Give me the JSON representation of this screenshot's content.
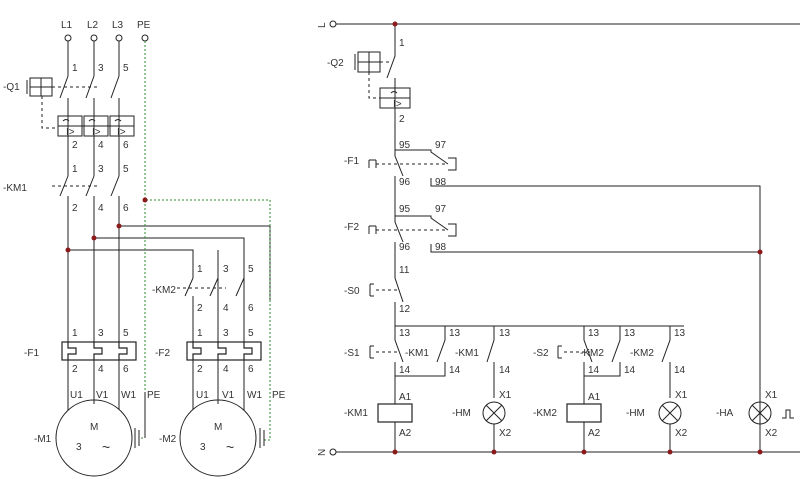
{
  "supply": {
    "l1": "L1",
    "l2": "L2",
    "l3": "L3",
    "pe": "PE",
    "line": "L",
    "neutral": "N"
  },
  "power": {
    "q1": "-Q1",
    "q1_terminals": [
      "1",
      "3",
      "5",
      "2",
      "4",
      "6"
    ],
    "trip_marks": [
      "I>",
      "I>",
      "I>"
    ],
    "km1": "-KM1",
    "km1_terminals": [
      "1",
      "3",
      "5",
      "2",
      "4",
      "6"
    ],
    "km2": "-KM2",
    "km2_terminals": [
      "1",
      "3",
      "5",
      "2",
      "4",
      "6"
    ],
    "f1": "-F1",
    "f1_terminals": [
      "1",
      "3",
      "5",
      "2",
      "4",
      "6"
    ],
    "f2": "-F2",
    "f2_terminals": [
      "1",
      "3",
      "5",
      "2",
      "4",
      "6"
    ],
    "m1": "-M1",
    "m2": "-M2",
    "motor_terms": [
      "U1",
      "V1",
      "W1",
      "PE"
    ],
    "motor_letter": "M",
    "motor_phase": "3",
    "motor_ac": "~"
  },
  "control": {
    "q2": "-Q2",
    "q2_top": "1",
    "q2_bottom": "2",
    "q2_trip": "I>",
    "f1": "-F1",
    "f1_terms": [
      "95",
      "97",
      "96",
      "98"
    ],
    "f2": "-F2",
    "f2_terms": [
      "95",
      "97",
      "96",
      "98"
    ],
    "s0": "-S0",
    "s0_terms": [
      "11",
      "12"
    ],
    "s1": "-S1",
    "km1_aux": "-KM1",
    "hm1_aux": "-KM1",
    "s2": "-S2",
    "km2_aux": "-KM2",
    "hm2_aux": "-KM2",
    "no_terms": [
      "13",
      "14"
    ],
    "km1_coil": "-KM1",
    "km2_coil": "-KM2",
    "coil_terms": [
      "A1",
      "A2"
    ],
    "hm1": "-HM",
    "hm2": "-HM",
    "ha": "-HA",
    "lamp_terms": [
      "X1",
      "X2"
    ]
  }
}
